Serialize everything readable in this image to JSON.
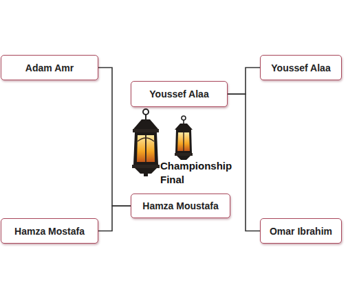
{
  "diagram": {
    "nodes": [
      {
        "text": [
          "Adam Amr"
        ]
      },
      {
        "text": [
          "Youssef Alaa"
        ]
      },
      {
        "text": [
          "Youssef Alaa"
        ]
      },
      {
        "text": [
          "Hamza Moustafa"
        ]
      },
      {
        "text": [
          "Hamza Mostafa"
        ]
      },
      {
        "text": [
          "Omar Ibrahim"
        ]
      }
    ],
    "edges": [
      {
        "from": 0,
        "to": 3,
        "arrow": "none"
      },
      {
        "from": 4,
        "to": 3,
        "arrow": "none"
      },
      {
        "from": 1,
        "to": 2,
        "arrow": "none"
      },
      {
        "from": 5,
        "to": 2,
        "arrow": "none"
      }
    ],
    "labels": [
      "Championship Final"
    ]
  }
}
